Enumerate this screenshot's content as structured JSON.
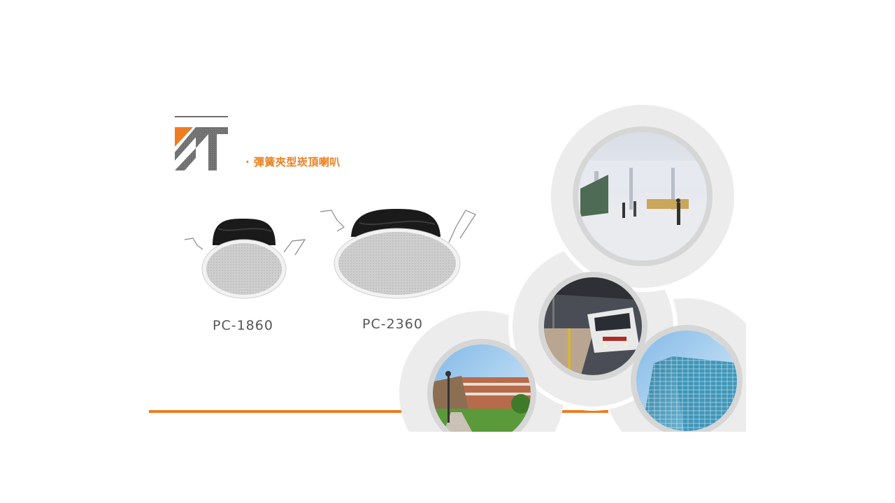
{
  "header": {
    "title": "· 彈簧夾型崁頂喇叭"
  },
  "products": [
    {
      "model": "PC-1860"
    },
    {
      "model": "PC-2360"
    }
  ],
  "images": [
    {
      "name": "mall-interior-photo"
    },
    {
      "name": "train-station-photo"
    },
    {
      "name": "campus-building-photo"
    },
    {
      "name": "glass-skyscraper-photo"
    }
  ],
  "colors": {
    "accent": "#ec7c23",
    "logo_gray": "#6e6e6e",
    "circle_bg": "#ececec"
  }
}
